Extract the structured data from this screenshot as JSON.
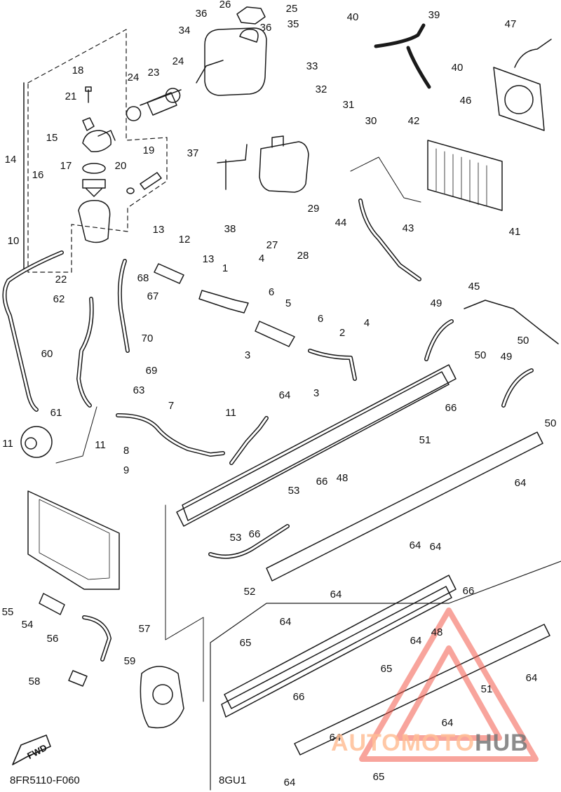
{
  "diagram": {
    "callouts": [
      {
        "id": "c1",
        "text": "1"
      },
      {
        "id": "c2",
        "text": "2"
      },
      {
        "id": "c3a",
        "text": "3"
      },
      {
        "id": "c3b",
        "text": "3"
      },
      {
        "id": "c4a",
        "text": "4"
      },
      {
        "id": "c4b",
        "text": "4"
      },
      {
        "id": "c5",
        "text": "5"
      },
      {
        "id": "c6a",
        "text": "6"
      },
      {
        "id": "c6b",
        "text": "6"
      },
      {
        "id": "c7",
        "text": "7"
      },
      {
        "id": "c8",
        "text": "8"
      },
      {
        "id": "c9",
        "text": "9"
      },
      {
        "id": "c10",
        "text": "10"
      },
      {
        "id": "c11a",
        "text": "11"
      },
      {
        "id": "c11b",
        "text": "11"
      },
      {
        "id": "c11c",
        "text": "11"
      },
      {
        "id": "c12",
        "text": "12"
      },
      {
        "id": "c13a",
        "text": "13"
      },
      {
        "id": "c13b",
        "text": "13"
      },
      {
        "id": "c14",
        "text": "14"
      },
      {
        "id": "c15",
        "text": "15"
      },
      {
        "id": "c16",
        "text": "16"
      },
      {
        "id": "c17",
        "text": "17"
      },
      {
        "id": "c18",
        "text": "18"
      },
      {
        "id": "c19",
        "text": "19"
      },
      {
        "id": "c20",
        "text": "20"
      },
      {
        "id": "c21",
        "text": "21"
      },
      {
        "id": "c22",
        "text": "22"
      },
      {
        "id": "c23",
        "text": "23"
      },
      {
        "id": "c24a",
        "text": "24"
      },
      {
        "id": "c24b",
        "text": "24"
      },
      {
        "id": "c25",
        "text": "25"
      },
      {
        "id": "c26",
        "text": "26"
      },
      {
        "id": "c27",
        "text": "27"
      },
      {
        "id": "c28",
        "text": "28"
      },
      {
        "id": "c29",
        "text": "29"
      },
      {
        "id": "c30",
        "text": "30"
      },
      {
        "id": "c31",
        "text": "31"
      },
      {
        "id": "c32",
        "text": "32"
      },
      {
        "id": "c33",
        "text": "33"
      },
      {
        "id": "c34",
        "text": "34"
      },
      {
        "id": "c35",
        "text": "35"
      },
      {
        "id": "c36a",
        "text": "36"
      },
      {
        "id": "c36b",
        "text": "36"
      },
      {
        "id": "c37",
        "text": "37"
      },
      {
        "id": "c38",
        "text": "38"
      },
      {
        "id": "c39",
        "text": "39"
      },
      {
        "id": "c40a",
        "text": "40"
      },
      {
        "id": "c40b",
        "text": "40"
      },
      {
        "id": "c41",
        "text": "41"
      },
      {
        "id": "c42",
        "text": "42"
      },
      {
        "id": "c43",
        "text": "43"
      },
      {
        "id": "c44",
        "text": "44"
      },
      {
        "id": "c45",
        "text": "45"
      },
      {
        "id": "c46",
        "text": "46"
      },
      {
        "id": "c47",
        "text": "47"
      },
      {
        "id": "c48a",
        "text": "48"
      },
      {
        "id": "c48b",
        "text": "48"
      },
      {
        "id": "c49a",
        "text": "49"
      },
      {
        "id": "c49b",
        "text": "49"
      },
      {
        "id": "c50a",
        "text": "50"
      },
      {
        "id": "c50b",
        "text": "50"
      },
      {
        "id": "c50c",
        "text": "50"
      },
      {
        "id": "c51a",
        "text": "51"
      },
      {
        "id": "c51b",
        "text": "51"
      },
      {
        "id": "c52",
        "text": "52"
      },
      {
        "id": "c53a",
        "text": "53"
      },
      {
        "id": "c53b",
        "text": "53"
      },
      {
        "id": "c54",
        "text": "54"
      },
      {
        "id": "c55",
        "text": "55"
      },
      {
        "id": "c56",
        "text": "56"
      },
      {
        "id": "c57",
        "text": "57"
      },
      {
        "id": "c58",
        "text": "58"
      },
      {
        "id": "c59",
        "text": "59"
      },
      {
        "id": "c60",
        "text": "60"
      },
      {
        "id": "c61",
        "text": "61"
      },
      {
        "id": "c62",
        "text": "62"
      },
      {
        "id": "c63",
        "text": "63"
      },
      {
        "id": "c64a",
        "text": "64"
      },
      {
        "id": "c64b",
        "text": "64"
      },
      {
        "id": "c64c",
        "text": "64"
      },
      {
        "id": "c64d",
        "text": "64"
      },
      {
        "id": "c64e",
        "text": "64"
      },
      {
        "id": "c64f",
        "text": "64"
      },
      {
        "id": "c64g",
        "text": "64"
      },
      {
        "id": "c64h",
        "text": "64"
      },
      {
        "id": "c64i",
        "text": "64"
      },
      {
        "id": "c64j",
        "text": "64"
      },
      {
        "id": "c64k",
        "text": "64"
      },
      {
        "id": "c65a",
        "text": "65"
      },
      {
        "id": "c65b",
        "text": "65"
      },
      {
        "id": "c65c",
        "text": "65"
      },
      {
        "id": "c66a",
        "text": "66"
      },
      {
        "id": "c66b",
        "text": "66"
      },
      {
        "id": "c66c",
        "text": "66"
      },
      {
        "id": "c66d",
        "text": "66"
      },
      {
        "id": "c66e",
        "text": "66"
      },
      {
        "id": "c67",
        "text": "67"
      },
      {
        "id": "c68",
        "text": "68"
      },
      {
        "id": "c69",
        "text": "69"
      },
      {
        "id": "c70",
        "text": "70"
      }
    ],
    "diagram_code": "8FR5110-F060",
    "variant_label": "8GU1",
    "fwd_label": "FWD",
    "watermark": {
      "part1": "AUTOMOTO",
      "part2": "HUB"
    }
  },
  "colors": {
    "line": "#1a1a1a",
    "watermark_red": "#f25a4a",
    "watermark_grey": "#8a8a8a"
  }
}
